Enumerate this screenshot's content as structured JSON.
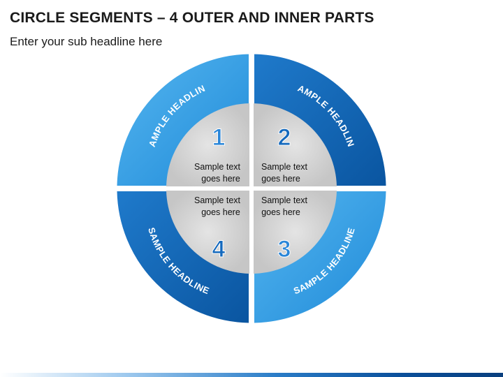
{
  "title": "CIRCLE SEGMENTS – 4 OUTER AND INNER PARTS",
  "subtitle": "Enter your sub headline here",
  "segments": [
    {
      "number": "1",
      "headline": "SAMPLE HEADLINE",
      "text_line1": "Sample text",
      "text_line2": "goes here",
      "color": "#2f9ae0"
    },
    {
      "number": "2",
      "headline": "SAMPLE HEADLINE",
      "text_line1": "Sample text",
      "text_line2": "goes here",
      "color": "#0f66b8"
    },
    {
      "number": "3",
      "headline": "SAMPLE HEADLINE",
      "text_line1": "Sample text",
      "text_line2": "goes here",
      "color": "#2f9ae0"
    },
    {
      "number": "4",
      "headline": "SAMPLE HEADLINE",
      "text_line1": "Sample text",
      "text_line2": "goes here",
      "color": "#0f66b8"
    }
  ],
  "colors": {
    "light_blue": "#2f9ae0",
    "dark_blue": "#0f66b8",
    "inner_gray": "#d4d4d4",
    "number_blue": "#2a86d8"
  }
}
